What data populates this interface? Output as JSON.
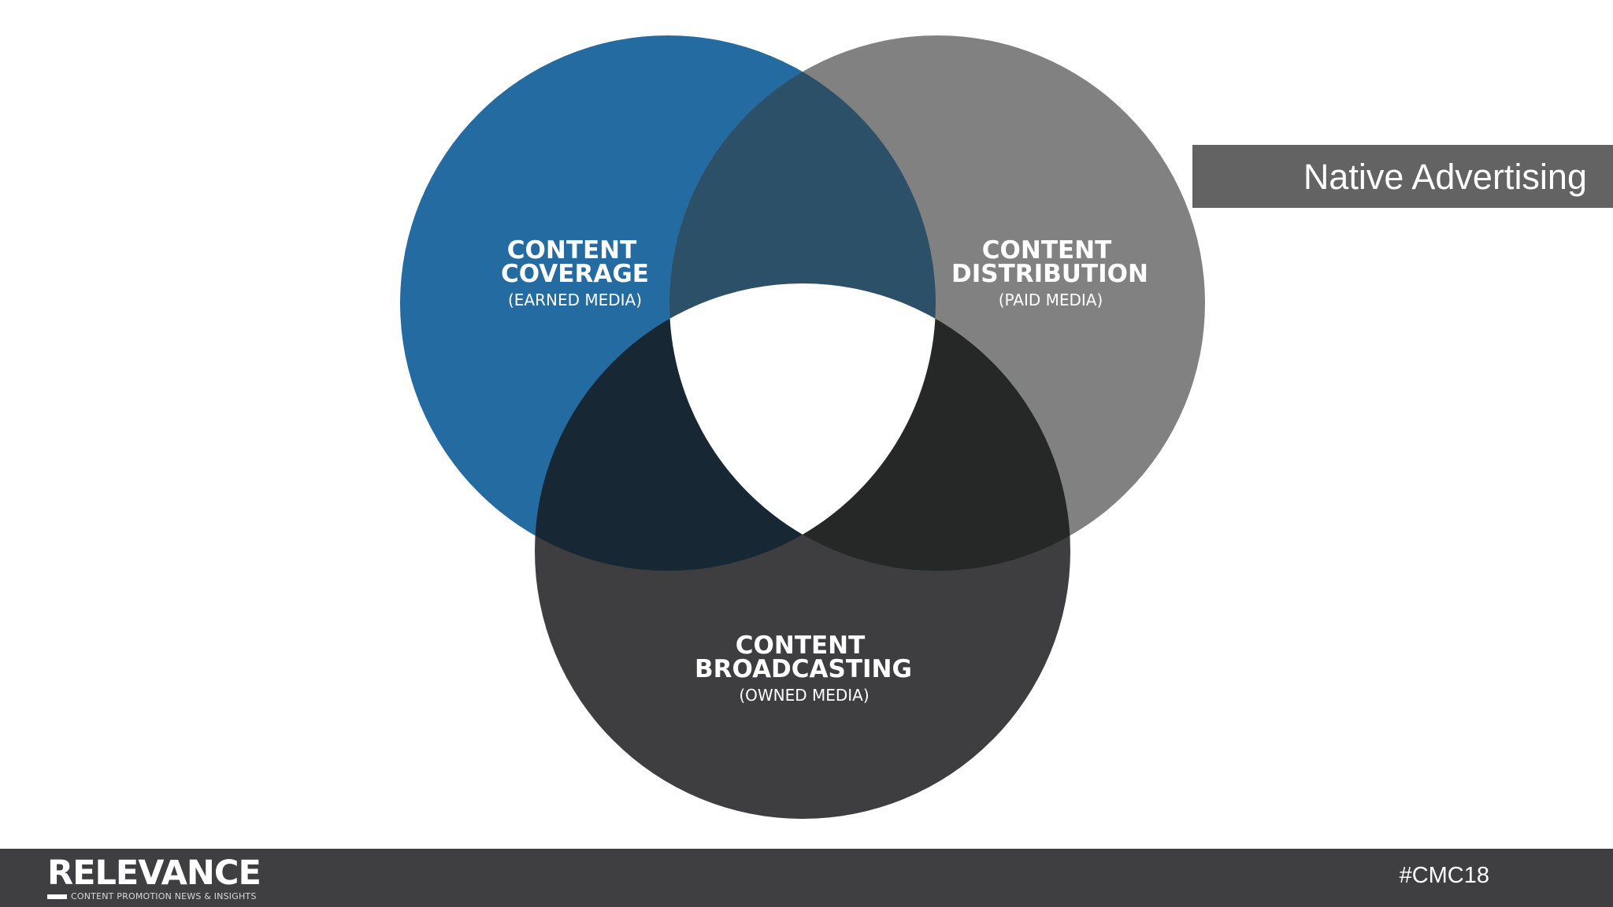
{
  "slide": {
    "label": "Native Advertising",
    "hashtag": "#CMC18"
  },
  "brand": {
    "logo_word": "RELEVANCE",
    "tagline": "CONTENT PROMOTION NEWS & INSIGHTS"
  },
  "venn": {
    "circles": [
      {
        "key": "coverage",
        "title_lines": [
          "CONTENT",
          "COVERAGE"
        ],
        "subtitle": "(EARNED MEDIA)",
        "color": "#246ba1"
      },
      {
        "key": "distribution",
        "title_lines": [
          "CONTENT",
          "DISTRIBUTION"
        ],
        "subtitle": "(PAID MEDIA)",
        "color": "#818181"
      },
      {
        "key": "broadcasting",
        "title_lines": [
          "CONTENT",
          "BROADCASTING"
        ],
        "subtitle": "(OWNED MEDIA)",
        "color": "#3e3e41"
      }
    ],
    "overlap_colors": {
      "coverage_distribution": "#2b5068",
      "coverage_broadcasting": "#172733",
      "distribution_broadcasting": "#262828",
      "center": "#ffffff"
    }
  },
  "colors": {
    "label_background": "#636363",
    "footer_background": "#3f3f41"
  }
}
